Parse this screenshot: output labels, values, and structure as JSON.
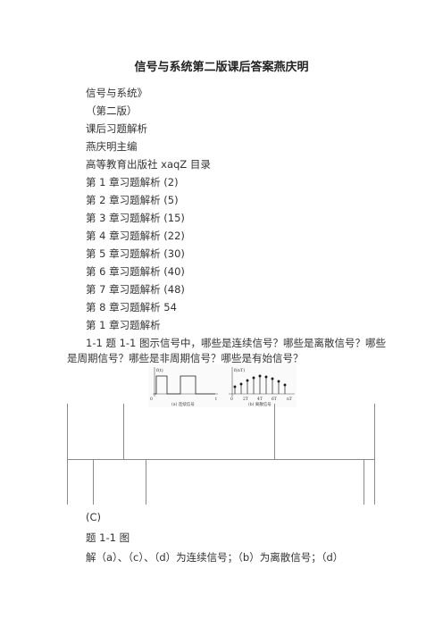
{
  "title": "信号与系统第二版课后答案燕庆明",
  "lines": [
    "信号与系统》",
    "（第二版）",
    "课后习题解析",
    "燕庆明主编",
    "高等教育出版社 xaqZ 目录",
    "第 1 章习题解析 (2)",
    "第 2 章习题解析 (5)",
    "第 3 章习题解析 (15)",
    "第 4 章习题解析 (22)",
    "第 5 章习题解析 (30)",
    "第 6 章习题解析 (40)",
    "第 7 章习题解析 (48)",
    "第 8 章习题解析 54",
    "第 1 章习题解析"
  ],
  "question": {
    "line1": "1-1 题 1-1 图示信号中，哪些是连续信号？哪些是离散信号？哪些",
    "line2": "是周期信号？哪些是非周期信号？哪些是有始信号？"
  },
  "figure": {
    "caption_a": "(a) 连续信号",
    "caption_b": "(b) 离散信号",
    "label_fa": "f(t)",
    "label_fb": "f(nT)",
    "tick_a0": "0",
    "tick_at": "t",
    "tick_b0": "0",
    "tick_b1": "2T",
    "tick_b2": "4T",
    "tick_b3": "6T",
    "tick_b4": "nT"
  },
  "after": {
    "label_c": "(C)",
    "fig_label": "题 1-1 图",
    "answer": "解（a）、（c）、（d）为连续信号；（b）为离散信号；（d）"
  }
}
